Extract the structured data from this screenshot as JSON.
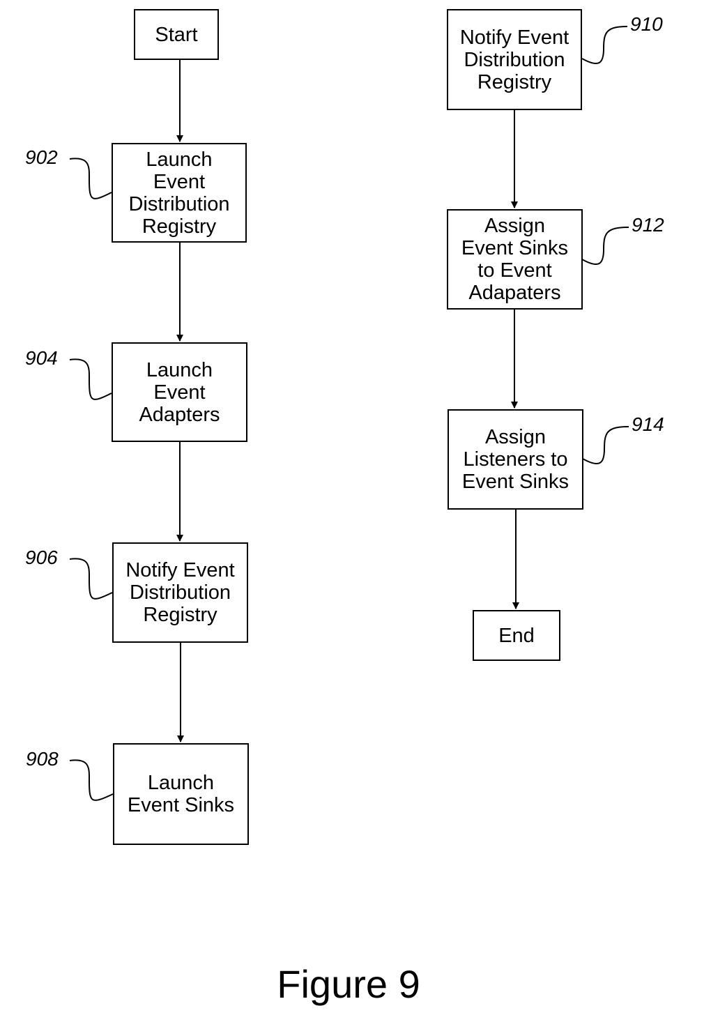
{
  "nodes": {
    "start": "Start",
    "n902": "Launch\nEvent\nDistribution\nRegistry",
    "n904": "Launch\nEvent\nAdapters",
    "n906": "Notify Event\nDistribution\nRegistry",
    "n908": "Launch\nEvent Sinks",
    "n910": "Notify Event\nDistribution\nRegistry",
    "n912": "Assign\nEvent Sinks\nto Event\nAdapaters",
    "n914": "Assign\nListeners to\nEvent Sinks",
    "end": "End"
  },
  "refs": {
    "r902": "902",
    "r904": "904",
    "r906": "906",
    "r908": "908",
    "r910": "910",
    "r912": "912",
    "r914": "914"
  },
  "caption": "Figure 9"
}
